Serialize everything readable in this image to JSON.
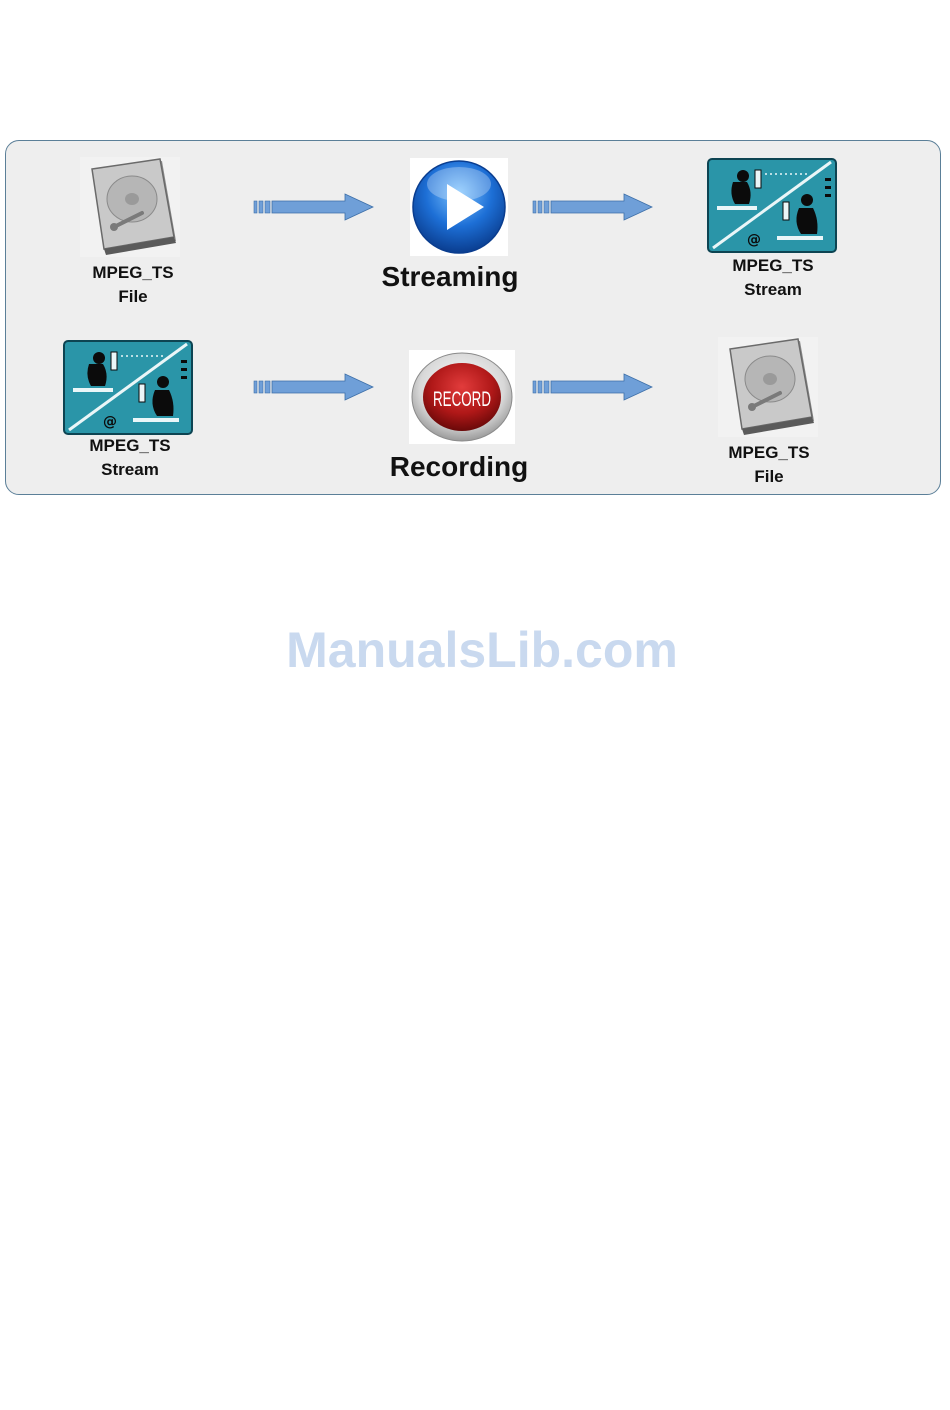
{
  "diagram": {
    "rows": [
      {
        "source": {
          "line1": "MPEG_TS",
          "line2": "File",
          "icon": "hard-drive-icon"
        },
        "process": {
          "label": "Streaming",
          "icon": "play-icon"
        },
        "target": {
          "line1": "MPEG_TS",
          "line2": "Stream",
          "icon": "network-stream-icon"
        }
      },
      {
        "source": {
          "line1": "MPEG_TS",
          "line2": "Stream",
          "icon": "network-stream-icon"
        },
        "process": {
          "label": "Recording",
          "icon": "record-icon",
          "icon_text": "RECORD"
        },
        "target": {
          "line1": "MPEG_TS",
          "line2": "File",
          "icon": "hard-drive-icon"
        }
      }
    ],
    "colors": {
      "panel_border": "#5b7f98",
      "panel_fill": "#eeeeee",
      "arrow": "#6f9fd8",
      "stream_teal": "#2a95a8",
      "play_blue": "#1d6fd6",
      "record_red": "#b01818"
    }
  },
  "watermark": "ManualsLib.com"
}
